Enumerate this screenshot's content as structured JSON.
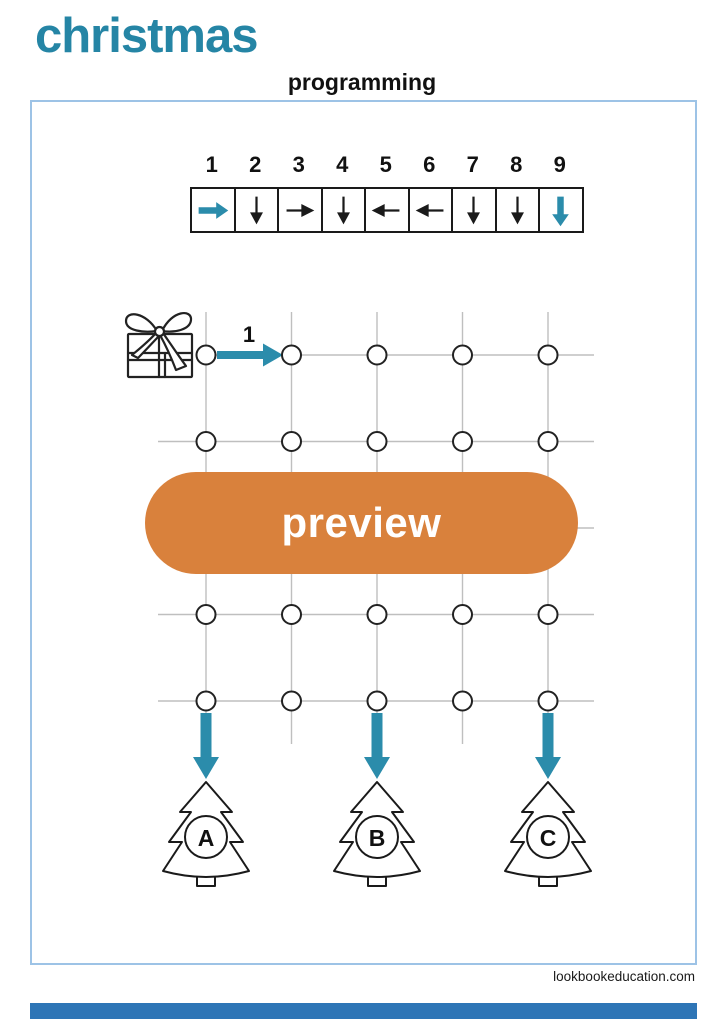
{
  "page": {
    "title": "christmas",
    "subtitle": "programming"
  },
  "colors": {
    "title_teal": "#2585a5",
    "arrow_teal": "#2b8cab",
    "orange": "#d9813c",
    "frame_border_blue": "#9dc3e6",
    "grid_gray": "#bfbfbf",
    "bottom_bar_blue": "#2e75b6"
  },
  "sequence": {
    "steps": [
      {
        "number": "1",
        "direction": "right",
        "emphasis": true
      },
      {
        "number": "2",
        "direction": "down",
        "emphasis": false
      },
      {
        "number": "3",
        "direction": "right",
        "emphasis": false
      },
      {
        "number": "4",
        "direction": "down",
        "emphasis": false
      },
      {
        "number": "5",
        "direction": "left",
        "emphasis": false
      },
      {
        "number": "6",
        "direction": "left",
        "emphasis": false
      },
      {
        "number": "7",
        "direction": "down",
        "emphasis": false
      },
      {
        "number": "8",
        "direction": "down",
        "emphasis": false
      },
      {
        "number": "9",
        "direction": "down",
        "emphasis": true
      }
    ]
  },
  "puzzle": {
    "grid": {
      "columns": 5,
      "rows": 5
    },
    "start_icon": "gift-icon",
    "start_step_label": "1"
  },
  "preview": {
    "label": "preview"
  },
  "answers": [
    {
      "label": "A",
      "icon": "christmas-tree-icon"
    },
    {
      "label": "B",
      "icon": "christmas-tree-icon"
    },
    {
      "label": "C",
      "icon": "christmas-tree-icon"
    }
  ],
  "footer": {
    "website": "lookbookeducation.com"
  }
}
